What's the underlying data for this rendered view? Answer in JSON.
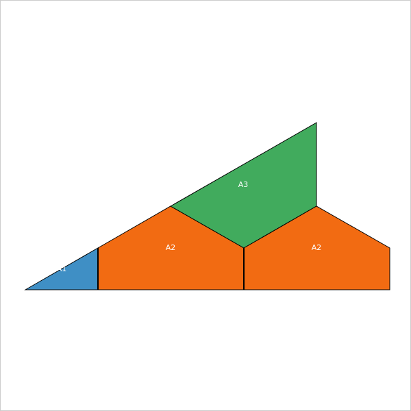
{
  "diagram": {
    "pieces": [
      {
        "id": "a1",
        "label": "A1",
        "color": "#3f8fc5"
      },
      {
        "id": "a2-left",
        "label": "A2",
        "color": "#f26b12"
      },
      {
        "id": "a3",
        "label": "A3",
        "color": "#41ab5d"
      },
      {
        "id": "a2-right",
        "label": "A2",
        "color": "#f26b12"
      }
    ]
  }
}
